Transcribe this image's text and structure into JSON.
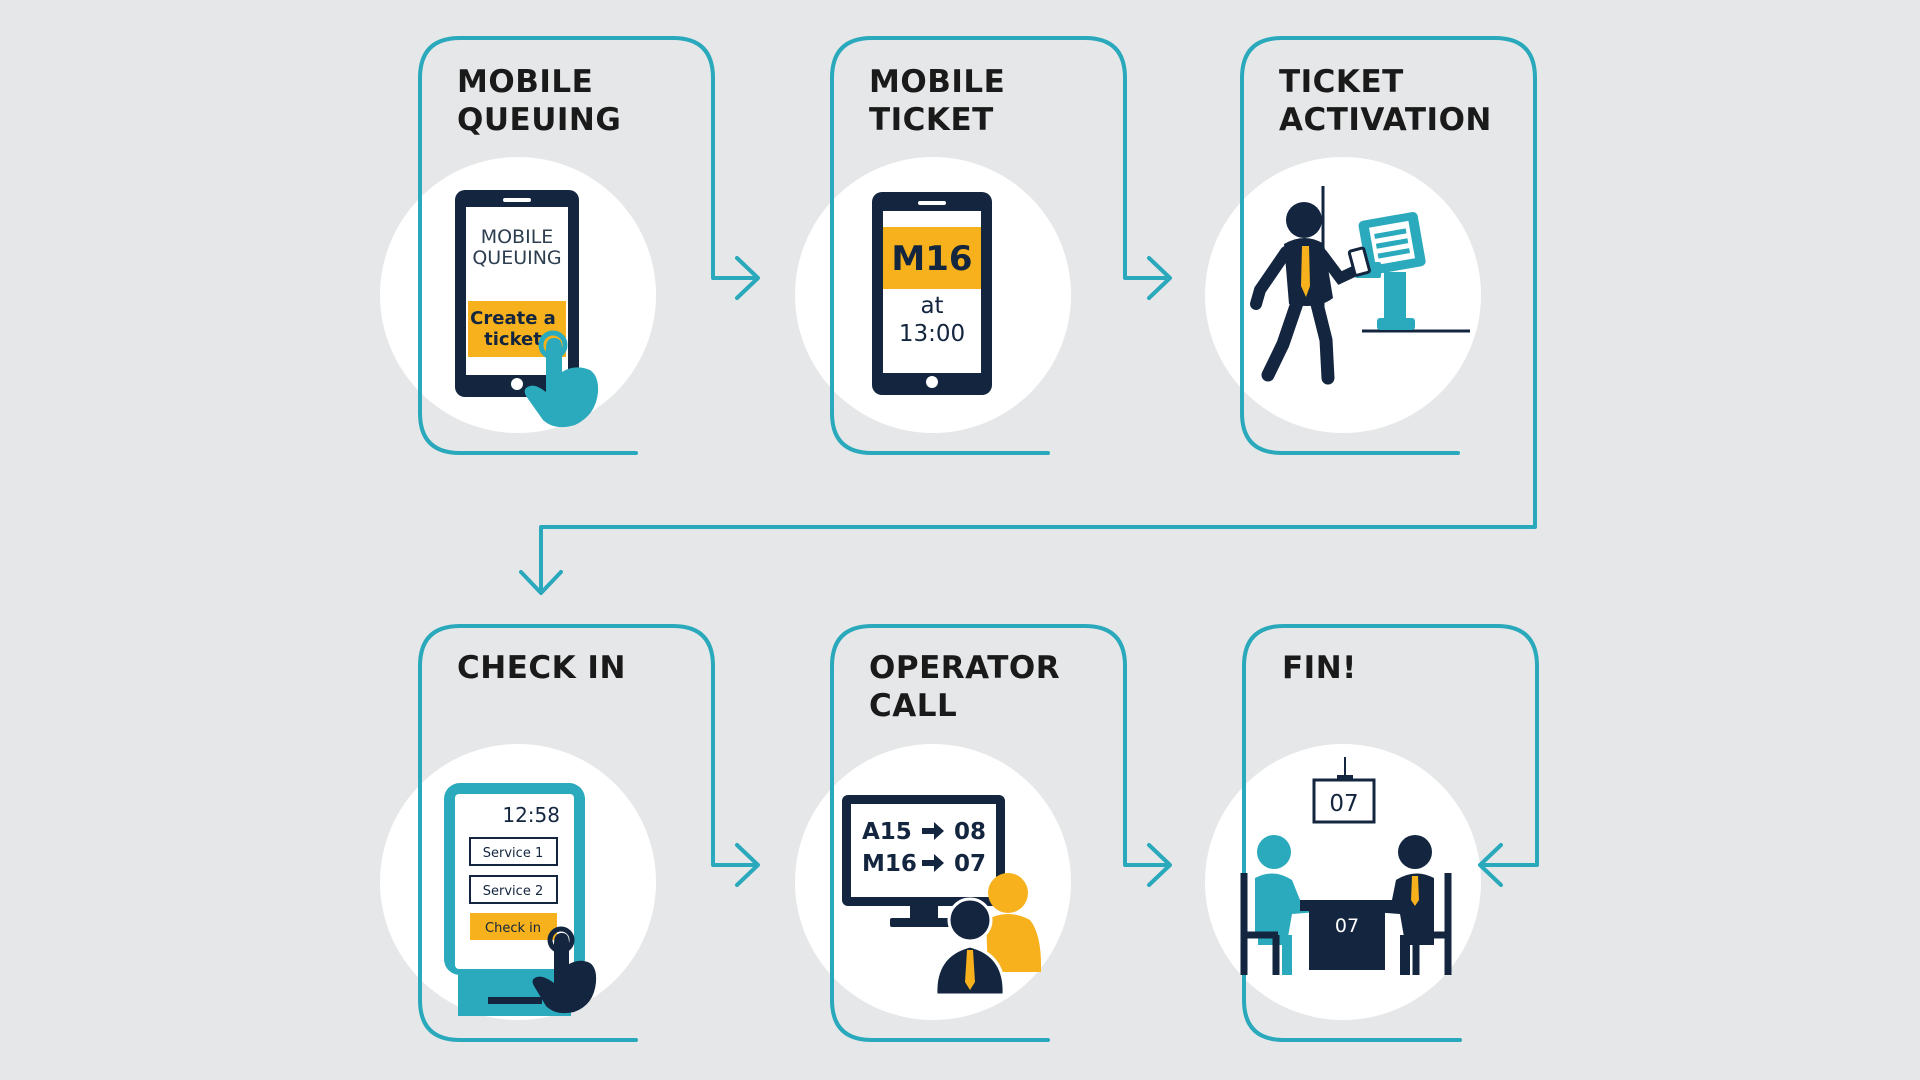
{
  "colors": {
    "background": "#e6e7e8",
    "frame": "#29a9bb",
    "navy": "#13253f",
    "accent_yellow": "#f6b11c",
    "teal": "#2aaabc",
    "white": "#ffffff"
  },
  "steps": [
    {
      "title_lines": [
        "MOBILE",
        "QUEUING"
      ]
    },
    {
      "title_lines": [
        "MOBILE",
        "TICKET"
      ]
    },
    {
      "title_lines": [
        "TICKET",
        "ACTIVATION"
      ]
    },
    {
      "title_lines": [
        "CHECK IN"
      ]
    },
    {
      "title_lines": [
        "OPERATOR",
        "CALL"
      ]
    },
    {
      "title_lines": [
        "FIN!"
      ]
    }
  ],
  "mobile_queuing": {
    "screen_text": [
      "MOBILE",
      "QUEUING"
    ],
    "button_text": [
      "Create a",
      "ticket"
    ],
    "icons": [
      "smartphone-icon",
      "tap-hand-icon"
    ]
  },
  "mobile_ticket": {
    "ticket_number": "M16",
    "at_label": "at",
    "time": "13:00",
    "icons": [
      "smartphone-icon"
    ]
  },
  "ticket_activation": {
    "icons": [
      "walking-person-icon",
      "kiosk-icon"
    ]
  },
  "check_in": {
    "time": "12:58",
    "service_buttons": [
      "Service 1",
      "Service 2"
    ],
    "check_in_button": "Check in",
    "icons": [
      "kiosk-icon",
      "tap-hand-icon"
    ]
  },
  "operator_call": {
    "rows": [
      {
        "ticket": "A15",
        "counter": "08"
      },
      {
        "ticket": "M16",
        "counter": "07"
      }
    ],
    "icons": [
      "monitor-icon",
      "right-arrow-icon",
      "people-icon"
    ]
  },
  "fin": {
    "sign_number": "07",
    "desk_number": "07",
    "icons": [
      "counter-sign-icon",
      "customer-icon",
      "operator-icon",
      "desk-icon"
    ]
  }
}
